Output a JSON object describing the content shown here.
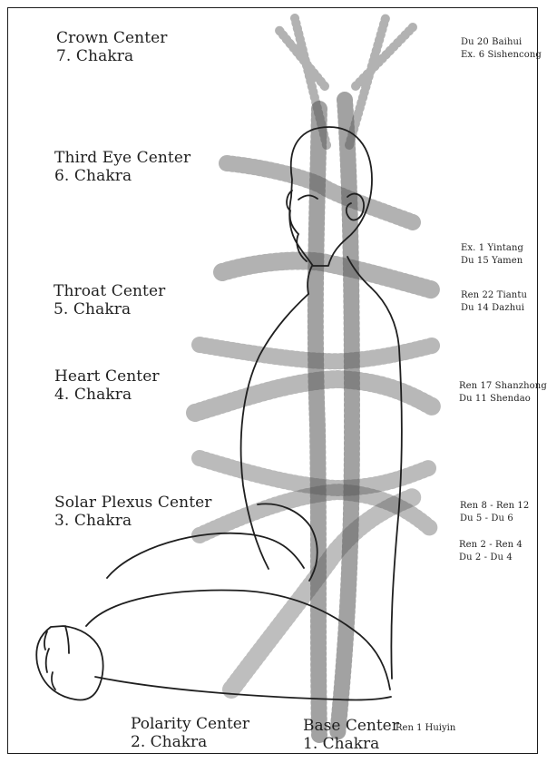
{
  "left_labels": [
    {
      "title": "Crown Center",
      "chakra": "7. Chakra"
    },
    {
      "title": "Third Eye Center",
      "chakra": "6. Chakra"
    },
    {
      "title": "Throat Center",
      "chakra": "5. Chakra"
    },
    {
      "title": "Heart Center",
      "chakra": "4. Chakra"
    },
    {
      "title": "Solar Plexus Center",
      "chakra": "3. Chakra"
    }
  ],
  "bottom_labels": [
    {
      "title": "Polarity Center",
      "chakra": "2. Chakra"
    },
    {
      "title": "Base Center",
      "chakra": "1. Chakra"
    }
  ],
  "right_labels": [
    [
      "Du 20 Baihui",
      "Ex. 6 Sishencong"
    ],
    [
      "Ex. 1 Yintang",
      "Du 15 Yamen"
    ],
    [
      "Ren 22 Tiantu",
      "Du 14 Dazhui"
    ],
    [
      "Ren 17 Shanzhong",
      "Du 11 Shendao"
    ],
    [
      "Ren 8 - Ren 12",
      "Du 5 - Du 6"
    ],
    [
      "Ren 2 - Ren 4",
      "Du 2 - Du 4"
    ]
  ],
  "base_point_label": "Ren 1 Huiyin",
  "colors": {
    "ink": "#1f1f1f",
    "stipple": "#4a4a4a",
    "paper": "#ffffff"
  }
}
